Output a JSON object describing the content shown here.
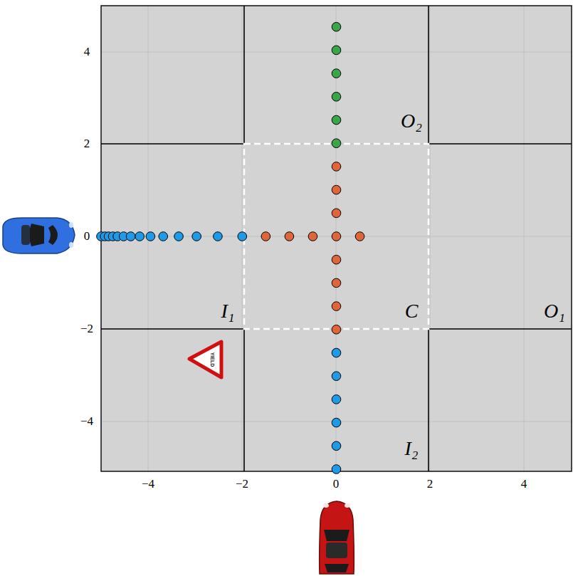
{
  "diagram": {
    "labels": [
      "−4",
      "−2",
      "0",
      "2",
      "4",
      "4",
      "2",
      "0",
      "−2",
      "−4",
      "O₂",
      "I₁",
      "C",
      "O₁",
      "I₂",
      "YIELD"
    ]
  }
}
